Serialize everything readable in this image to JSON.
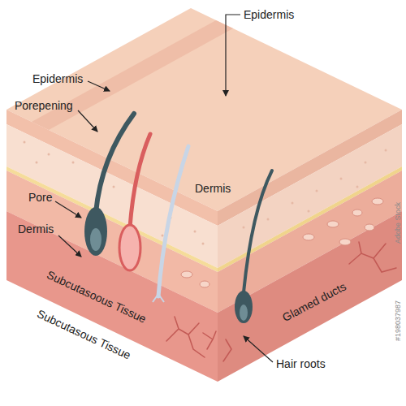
{
  "diagram": {
    "labels": [
      "Epidermis",
      "Epidermis",
      "Porepening",
      "Dermis",
      "Pore",
      "Dermis",
      "Subcutasoous Tissue",
      "Subcutasous Tissue",
      "Glamed ducts",
      "Hair roots",
      "Adobe Stock",
      "#198037987"
    ]
  }
}
